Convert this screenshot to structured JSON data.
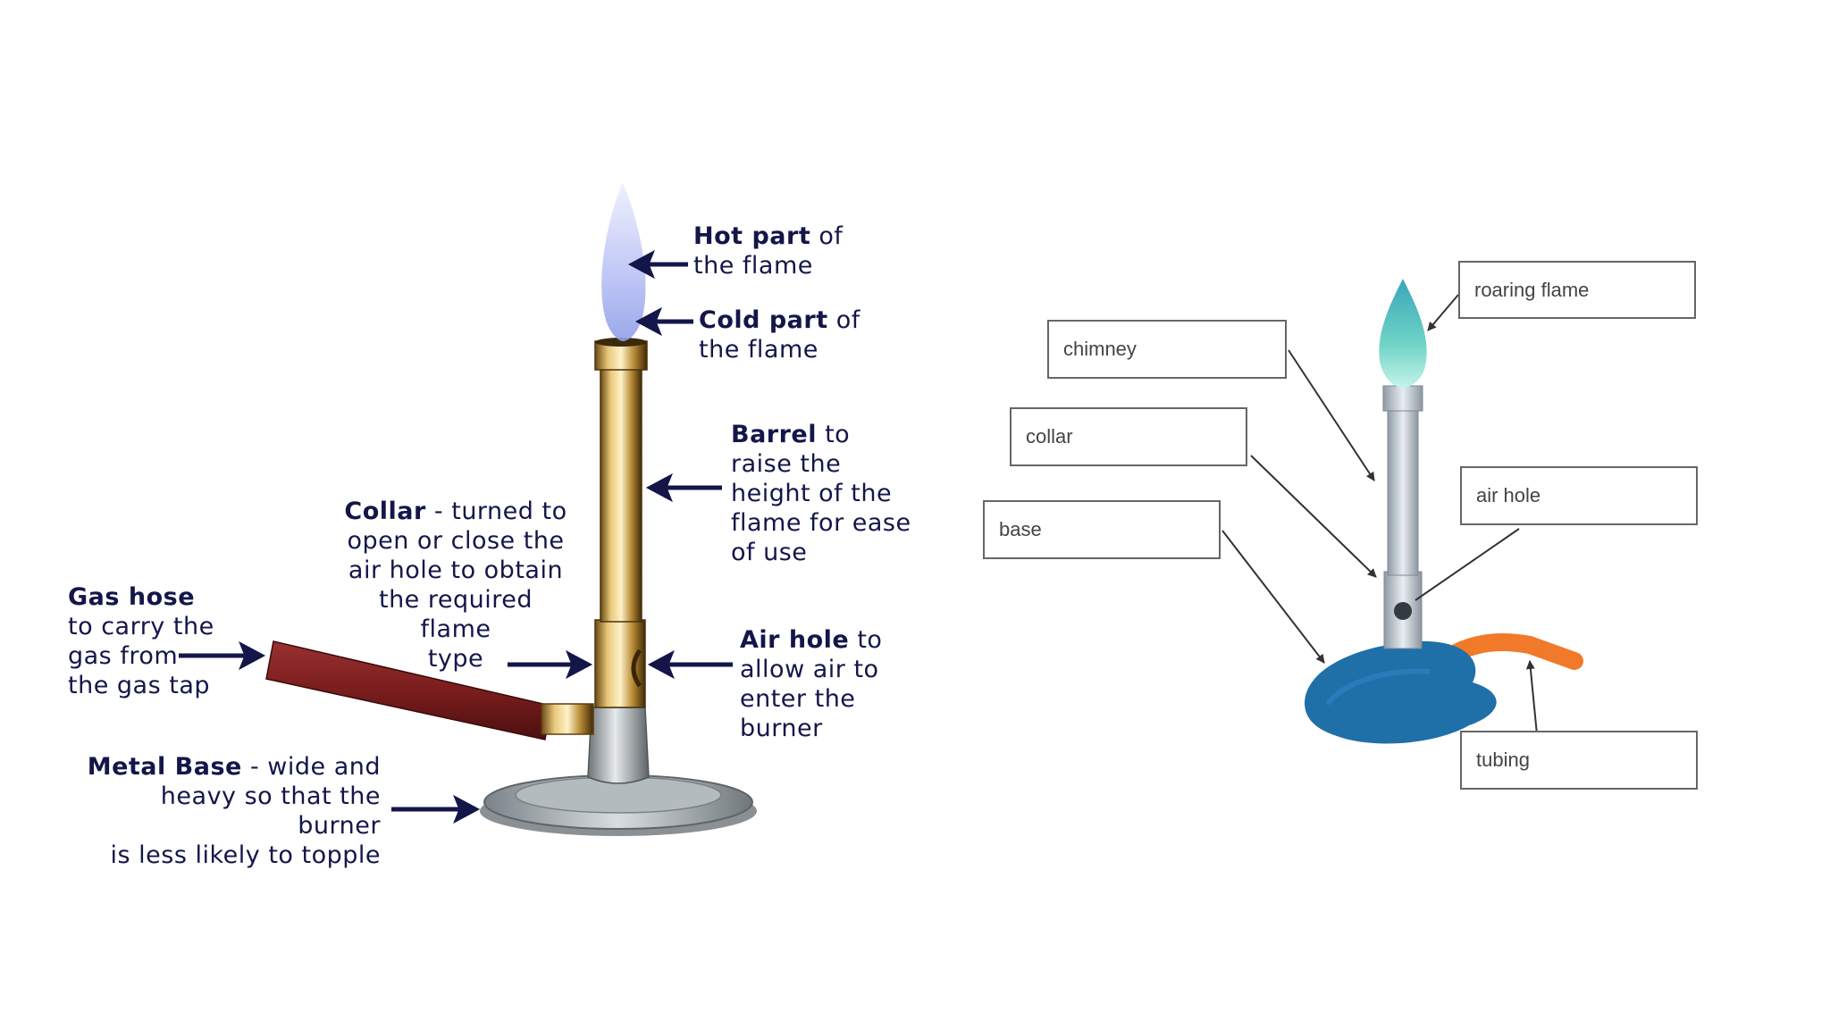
{
  "left_diagram": {
    "hot_part": {
      "title": "Hot part",
      "rest": "of",
      "line2": "the flame"
    },
    "cold_part": {
      "title": "Cold part",
      "rest": "of",
      "line2": "the flame"
    },
    "barrel": {
      "title": "Barrel",
      "rest": "to",
      "lines": [
        "raise the",
        "height of the",
        "flame for ease",
        "of use"
      ]
    },
    "collar": {
      "title": "Collar",
      "rest": "- turned to",
      "lines": [
        "open or close the",
        "air hole to obtain",
        "the required flame",
        "type"
      ]
    },
    "gas_hose": {
      "title": "Gas hose",
      "lines": [
        "to carry the",
        "gas from",
        "the gas tap"
      ]
    },
    "air_hole": {
      "title": "Air hole",
      "rest": "to",
      "lines": [
        "allow air to",
        "enter the",
        "burner"
      ]
    },
    "metal_base": {
      "title": "Metal Base",
      "rest": "- wide and",
      "lines": [
        "heavy so that the burner",
        "is less likely to topple"
      ]
    },
    "colors": {
      "text": "#14164a",
      "arrow": "#14164a",
      "hose": "#7a1d1d",
      "brass": "#c9a14a"
    }
  },
  "right_diagram": {
    "labels": {
      "roaring_flame": "roaring flame",
      "chimney": "chimney",
      "collar": "collar",
      "air_hole": "air hole",
      "base": "base",
      "tubing": "tubing"
    },
    "colors": {
      "base": "#1f6fa8",
      "tube": "#b7c2cc",
      "flame": "#5fc6c0",
      "tubing": "#f07a2a"
    }
  }
}
